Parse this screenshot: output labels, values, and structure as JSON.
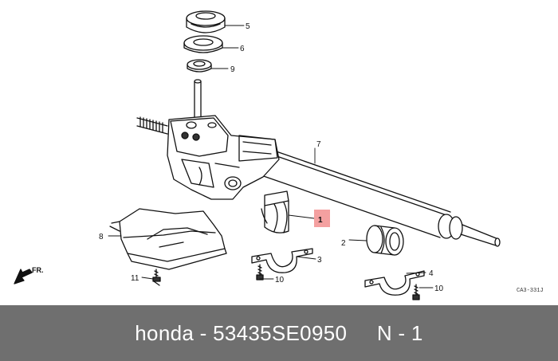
{
  "diagram": {
    "direction_label": "FR.",
    "diagram_code": "CA3-331J",
    "parts": [
      {
        "number": "1"
      },
      {
        "number": "2"
      },
      {
        "number": "3"
      },
      {
        "number": "4"
      },
      {
        "number": "5"
      },
      {
        "number": "6"
      },
      {
        "number": "7"
      },
      {
        "number": "8"
      },
      {
        "number": "9"
      },
      {
        "number": "10"
      },
      {
        "number": "10"
      },
      {
        "number": "11"
      }
    ],
    "highlight_color": "#f4a0a0"
  },
  "footer": {
    "caption": "honda - 53435SE0950     N - 1",
    "background_color": "#6f6f6f",
    "text_color": "#ffffff"
  }
}
